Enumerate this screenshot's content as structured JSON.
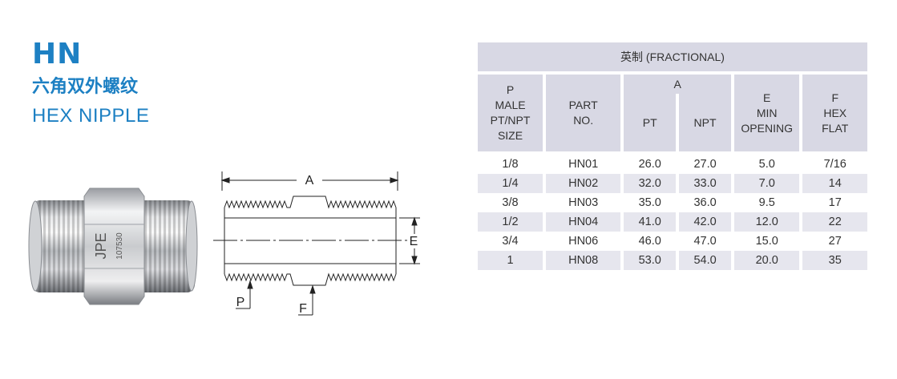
{
  "product": {
    "code": "HN",
    "name_cn": "六角双外螺纹",
    "name_en": "HEX NIPPLE",
    "engraving": {
      "brand": "JPE",
      "serial": "107530"
    }
  },
  "drawing": {
    "labels": {
      "a": "A",
      "e": "E",
      "p": "P",
      "f": "F"
    }
  },
  "table": {
    "unit_header": "英制 (FRACTIONAL)",
    "columns": {
      "p": [
        "P",
        "MALE",
        "PT/NPT",
        "SIZE"
      ],
      "part": [
        "PART",
        "NO."
      ],
      "a": "A",
      "pt": "PT",
      "npt": "NPT",
      "e": [
        "E",
        "MIN",
        "OPENING"
      ],
      "f": [
        "F",
        "HEX",
        "FLAT"
      ]
    },
    "rows": [
      [
        "1/8",
        "HN01",
        "26.0",
        "27.0",
        "5.0",
        "7/16"
      ],
      [
        "1/4",
        "HN02",
        "32.0",
        "33.0",
        "7.0",
        "14"
      ],
      [
        "3/8",
        "HN03",
        "35.0",
        "36.0",
        "9.5",
        "17"
      ],
      [
        "1/2",
        "HN04",
        "41.0",
        "42.0",
        "12.0",
        "22"
      ],
      [
        "3/4",
        "HN06",
        "46.0",
        "47.0",
        "15.0",
        "27"
      ],
      [
        "1",
        "HN08",
        "53.0",
        "54.0",
        "20.0",
        "35"
      ]
    ]
  }
}
